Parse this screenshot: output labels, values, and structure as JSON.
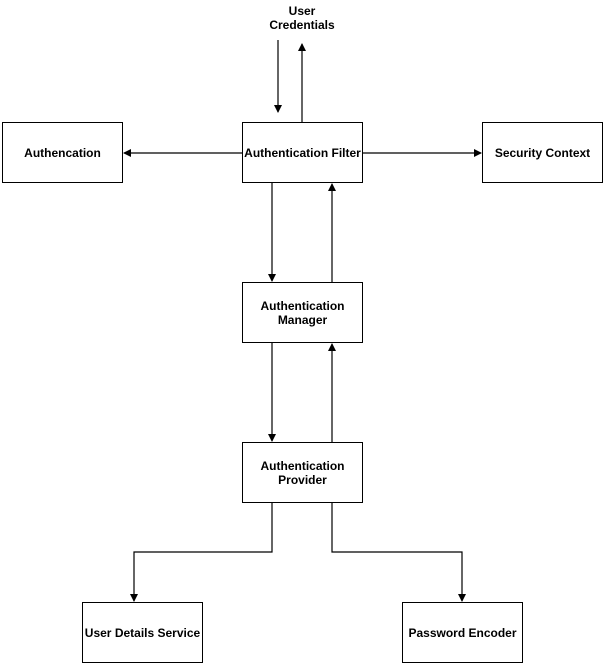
{
  "colors": {
    "stroke": "#000000",
    "fill": "#ffffff",
    "text": "#000000"
  },
  "external": {
    "user_credentials": "User\nCredentials"
  },
  "nodes": {
    "authencation": "Authencation",
    "authentication_filter": "Authentication Filter",
    "security_context": "Security Context",
    "authentication_manager": "Authentication\nManager",
    "authentication_provider": "Authentication\nProvider",
    "user_details_service": "User Details Service",
    "password_encoder": "Password Encoder"
  }
}
